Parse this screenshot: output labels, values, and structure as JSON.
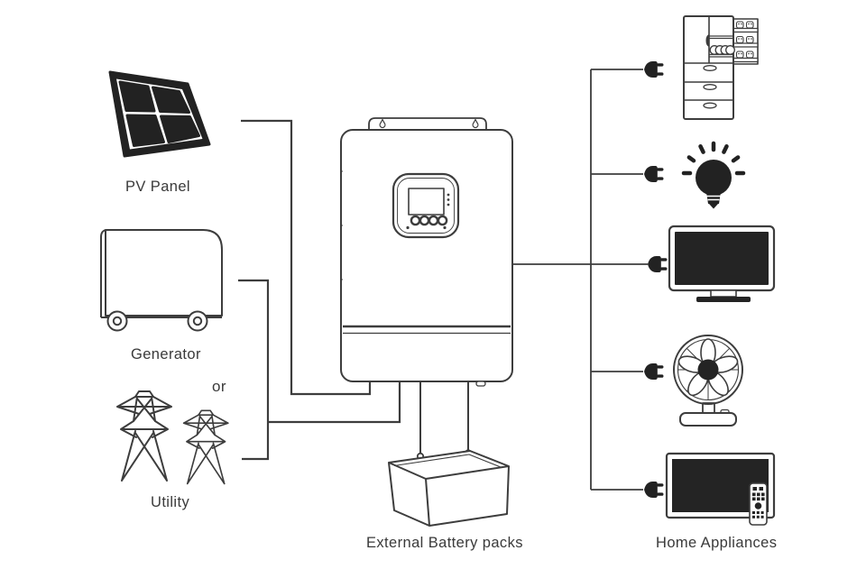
{
  "diagram": {
    "type": "solar-inverter-system-wiring",
    "background_color": "#ffffff",
    "line_color": "#3d3d3d",
    "fill_color": "#222222",
    "labels": {
      "pv_panel": "PV Panel",
      "generator": "Generator",
      "or": "or",
      "utility": "Utility",
      "external_battery": "External Battery packs",
      "home_appliances": "Home Appliances"
    },
    "nodes": [
      {
        "id": "pv-panel",
        "label": "PV Panel",
        "icon": "solar-panel-icon",
        "role": "power-source"
      },
      {
        "id": "generator",
        "label": "Generator",
        "icon": "generator-icon",
        "role": "power-source"
      },
      {
        "id": "utility",
        "label": "Utility",
        "icon": "transmission-towers-icon",
        "role": "power-source"
      },
      {
        "id": "inverter",
        "label": "",
        "icon": "inverter-icon",
        "role": "power-conversion"
      },
      {
        "id": "external-battery",
        "label": "External Battery packs",
        "icon": "battery-icon",
        "role": "energy-storage"
      },
      {
        "id": "home-appliances",
        "label": "Home Appliances",
        "icon": "appliance-icons",
        "role": "load",
        "appliances": [
          "refrigerator",
          "light-bulb",
          "television",
          "desk-fan",
          "television-with-remote"
        ]
      }
    ],
    "connections": [
      {
        "from": "pv-panel",
        "to": "inverter"
      },
      {
        "from": "generator",
        "to": "inverter",
        "alternative_with": "utility"
      },
      {
        "from": "utility",
        "to": "inverter",
        "alternative_with": "generator"
      },
      {
        "from": "inverter",
        "to": "external-battery"
      },
      {
        "from": "inverter",
        "to": "home-appliances"
      }
    ]
  }
}
